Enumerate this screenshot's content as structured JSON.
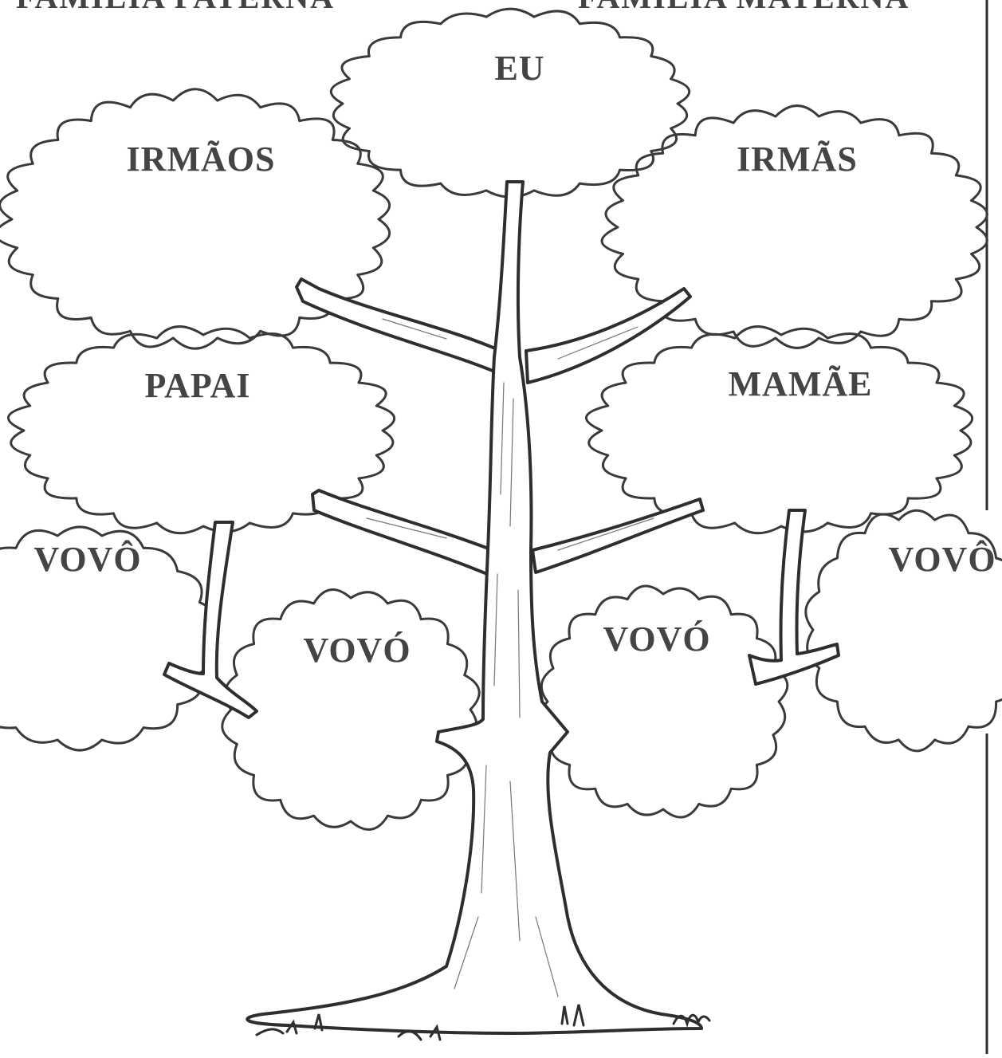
{
  "header": {
    "left": "FAMÍLIA PATERNA",
    "right": "FAMÍLIA MATERNA"
  },
  "tree": {
    "eu": "EU",
    "irmaos": "IRMÃOS",
    "irmas": "IRMÃS",
    "papai": "PAPAI",
    "mamae": "MAMÃE",
    "vovo_paterno": "VOVÔ",
    "vova_paterna": "VOVÓ",
    "vova_materna": "VOVÓ",
    "vovo_materno": "VOVÔ"
  }
}
